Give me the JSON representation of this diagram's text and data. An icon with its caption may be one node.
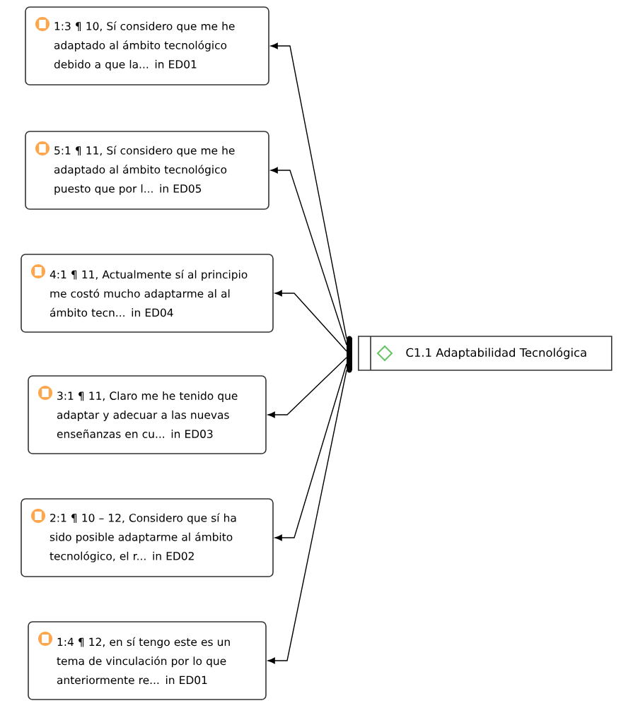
{
  "diagram": {
    "nodes": [
      {
        "text": [
          "1:3 ¶ 10, Sí considero que me he adaptado al ámbito tecnológico debido a que la... in ED01"
        ]
      },
      {
        "text": [
          "5:1 ¶ 11, Sí considero que me he adaptado al ámbito tecnológico puesto que por l... in ED05"
        ]
      },
      {
        "text": [
          "4:1 ¶ 11, Actualmente sí al principio me costó mucho adaptarme al al ámbito tecn... in ED04"
        ]
      },
      {
        "text": [
          "3:1 ¶ 11, Claro me he tenido que adaptar y adecuar a las nuevas enseñanzas en cu... in ED03"
        ]
      },
      {
        "text": [
          "2:1 ¶ 10 – 12, Considero que sí ha sido posible adaptarme al ámbito tecnológico, el r... in ED02"
        ]
      },
      {
        "text": [
          "1:4 ¶ 12, en sí tengo este es un tema de vinculación por lo que anteriormente re... in ED01"
        ]
      },
      {
        "text": [
          "C1.1 Adaptabilidad Tecnológica"
        ]
      }
    ],
    "edges": [
      {
        "from": 6,
        "to": 0,
        "arrow": "to"
      },
      {
        "from": 6,
        "to": 1,
        "arrow": "to"
      },
      {
        "from": 6,
        "to": 2,
        "arrow": "to"
      },
      {
        "from": 6,
        "to": 3,
        "arrow": "to"
      },
      {
        "from": 6,
        "to": 4,
        "arrow": "to"
      },
      {
        "from": 6,
        "to": 5,
        "arrow": "to"
      }
    ]
  }
}
